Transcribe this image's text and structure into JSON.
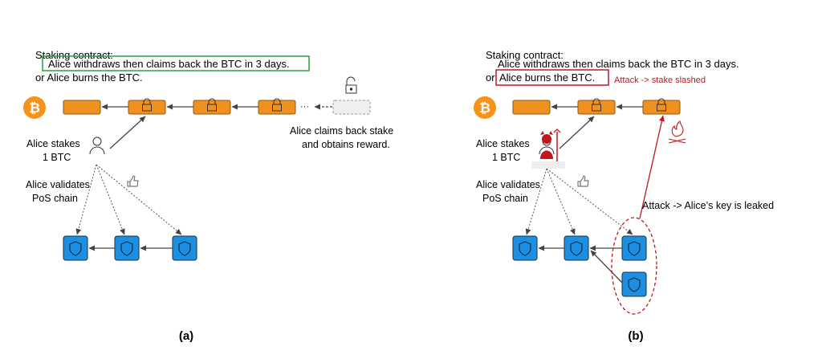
{
  "panel_a": {
    "caption": "(a)",
    "contract_title": "Staking contract:",
    "line1": "Alice withdraws then claims back the BTC in 3 days.",
    "line2": "or Alice burns the BTC.",
    "ellipsis": "···",
    "stakes_line1": "Alice stakes",
    "stakes_line2": "1 BTC",
    "validates_line1": "Alice validates",
    "validates_line2": "PoS chain",
    "claims_line1": "Alice claims back stake",
    "claims_line2": "and obtains reward."
  },
  "panel_b": {
    "caption": "(b)",
    "contract_title": "Staking contract:",
    "line1": "Alice withdraws then claims back the BTC in 3 days.",
    "line2_prefix": "or",
    "line2_boxed": "Alice burns the BTC.",
    "slash_note": "Attack -> stake slashed",
    "stakes_line1": "Alice stakes",
    "stakes_line2": "1 BTC",
    "validates_line1": "Alice validates",
    "validates_line2": "PoS chain",
    "leak_note": "Attack -> Alice’s key is leaked"
  },
  "colors": {
    "btc_block": "#f0901e",
    "btc_logo": "#f7931a",
    "pos_block": "#1d8fe0",
    "highlight_green": "#2e9e3e",
    "attack_red": "#c0181e"
  },
  "icons": [
    "bitcoin-icon",
    "lock-icon",
    "unlock-icon",
    "person-icon",
    "thumbs-up-icon",
    "shield-icon",
    "devil-icon",
    "fire-icon"
  ]
}
